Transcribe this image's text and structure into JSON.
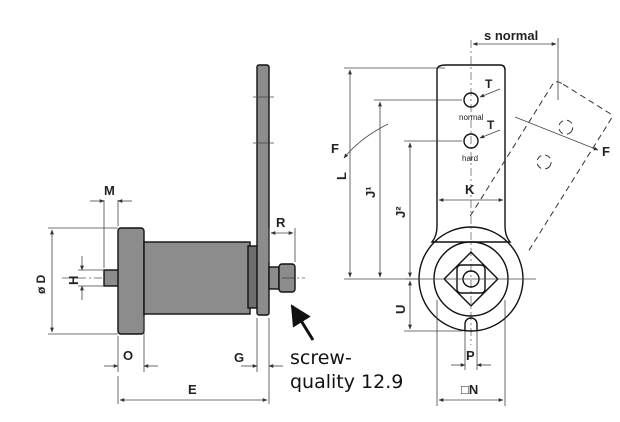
{
  "labels": {
    "M": "M",
    "D": "ø D",
    "H": "H",
    "O": "O",
    "G": "G",
    "E": "E",
    "R": "R",
    "screw_line1": "screw-",
    "screw_line2": "quality 12.9",
    "s_normal": "s normal",
    "T_upper": "T",
    "T_lower": "T",
    "normal": "normal",
    "hard": "hard",
    "F_left": "F",
    "F_right": "F",
    "L": "L",
    "J1": "J¹",
    "J2": "J²",
    "K": "K",
    "U": "U",
    "P": "P",
    "N": "□N"
  },
  "colors": {
    "part_fill": "#8c8c8c",
    "line": "#111111"
  }
}
